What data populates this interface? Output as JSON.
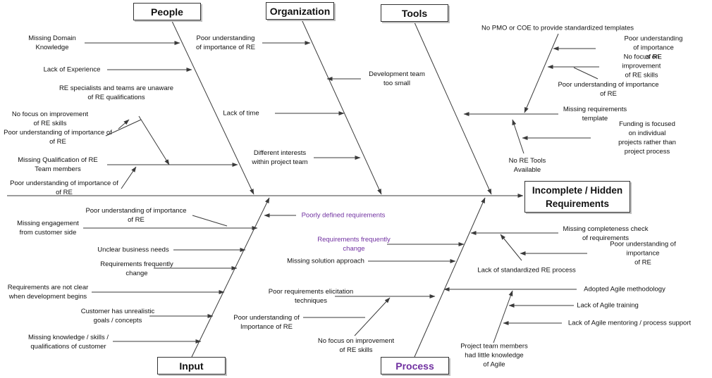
{
  "effect": "Incomplete / Hidden\nRequirements",
  "categories": {
    "people": "People",
    "organization": "Organization",
    "tools": "Tools",
    "input": "Input",
    "process": "Process"
  },
  "causes": {
    "missing_domain": "Missing Domain\nKnowledge",
    "lack_experience": "Lack of Experience",
    "re_unaware": "RE specialists and teams are unaware\nof RE qualifications",
    "no_focus_re_skills_people": "No focus on improvement\nof RE skills",
    "poor_und_people_1": "Poor understanding of importance of\nof RE",
    "missing_qualification": "Missing Qualification of RE\nTeam members",
    "poor_und_people_2": "Poor understanding of importance of\nof RE",
    "poor_und_org": "Poor understanding\nof importance of RE",
    "dev_team_small": "Development team\ntoo small",
    "lack_of_time": "Lack of time",
    "different_interests": "Different interests\nwithin project team",
    "no_pmo": "No PMO or COE to provide standardized templates",
    "poor_und_tools_1": "Poor understanding of importance\nof RE",
    "no_focus_tools": "No focus on improvement\nof RE skills",
    "poor_und_tools_2": "Poor understanding of importance\nof RE",
    "missing_template": "Missing requirements\ntemplate",
    "funding_focused": "Funding is focused on individual\nprojects rather than project process",
    "no_re_tools": "No RE Tools\nAvailable",
    "poor_und_input": "Poor understanding of importance\nof RE",
    "missing_engagement": "Missing engagement\nfrom customer side",
    "unclear_needs": "Unclear business needs",
    "req_freq_change_input": "Requirements frequently\nchange",
    "req_not_clear": "Requirements are not clear\nwhen development begins",
    "unrealistic_goals": "Customer has unrealistic\ngoals / concepts",
    "missing_knowledge": "Missing knowledge / skills /\nqualifications of customer",
    "poorly_defined": "Poorly defined requirements",
    "req_freq_change_process": "Requirements frequently\nchange",
    "missing_solution": "Missing solution approach",
    "poor_elicitation": "Poor requirements elicitation\ntechniques",
    "poor_und_process": "Poor understanding of\nImportance of RE",
    "no_focus_process": "No focus on improvement\nof RE skills",
    "missing_completeness": "Missing completeness check\nof requirements",
    "poor_und_process_2": "Poor understanding of importance\nof RE",
    "lack_standardized": "Lack of standardized RE process",
    "adopted_agile": "Adopted Agile methodology",
    "lack_agile_training": "Lack of Agile training",
    "lack_agile_mentoring": "Lack of Agile mentoring / process support",
    "team_little_knowledge": "Project team members\nhad little knowledge\nof Agile"
  },
  "colors": {
    "line": "#3a3a3a",
    "text": "#111111",
    "accent_purple": "#7030a0",
    "box_border": "#333333"
  }
}
